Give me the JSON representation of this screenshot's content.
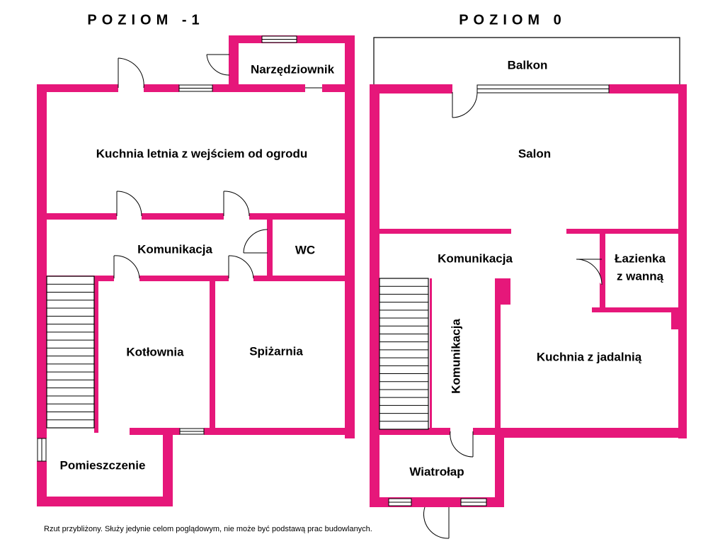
{
  "levels": {
    "minus1": {
      "title": "POZIOM -1",
      "rooms": {
        "narzedziownik": "Narzędziownik",
        "kuchnia_letnia": "Kuchnia letnia z wejściem od ogrodu",
        "komunikacja": "Komunikacja",
        "wc": "WC",
        "kotlownia": "Kotłownia",
        "spizarnia": "Spiżarnia",
        "pomieszczenie": "Pomieszczenie"
      }
    },
    "zero": {
      "title": "POZIOM 0",
      "rooms": {
        "balkon": "Balkon",
        "salon": "Salon",
        "komunikacja": "Komunikacja",
        "lazienka_line1": "Łazienka",
        "lazienka_line2": "z wanną",
        "komunikacja_vertical": "Komunikacja",
        "kuchnia_jadalnia": "Kuchnia z jadalnią",
        "wiatrolap": "Wiatrołap"
      }
    }
  },
  "footnote": "Rzut przybliżony. Służy jedynie celom poglądowym, nie może być podstawą prac budowlanych.",
  "colors": {
    "wall": "#e6177a",
    "line": "#000000",
    "background": "#ffffff"
  },
  "icons": [
    "door-swing-icon",
    "window-icon",
    "staircase-icon"
  ]
}
